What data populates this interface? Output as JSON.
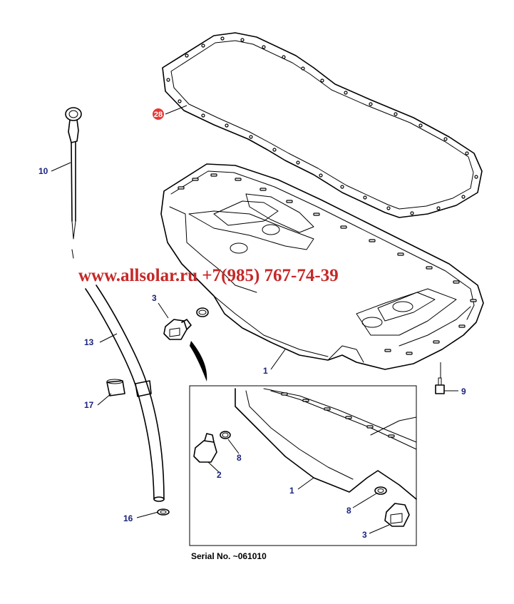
{
  "watermark": "www.allsolar.ru +7(985) 767-74-39",
  "serial_label": "Serial No. ~061010",
  "callouts": {
    "gasket": "28",
    "dipstick": "10",
    "guide_tube": "13",
    "sleeve": "17",
    "o_ring_tube": "16",
    "drain_plug_main": "3",
    "oil_pan_main": "1",
    "bolt": "9",
    "inset_plug_a": "2",
    "inset_oring_a": "8",
    "inset_oil_pan": "1",
    "inset_oring_b": "8",
    "inset_plug_b": "3"
  },
  "colors": {
    "callout_text": "#1a237e",
    "highlight_badge": "#e53935",
    "watermark": "#c62828",
    "line_art": "#000000"
  }
}
